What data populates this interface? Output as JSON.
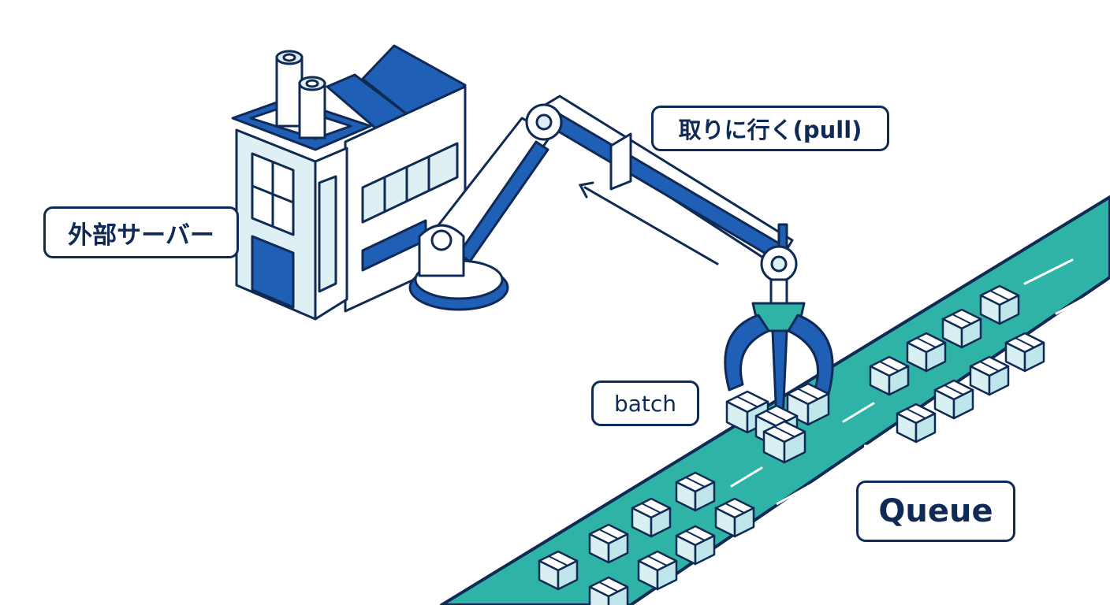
{
  "labels": {
    "server": "外部サーバー",
    "pull": "取りに行く(pull)",
    "batch": "batch",
    "queue": "Queue"
  },
  "colors": {
    "outline": "#0f2a55",
    "blue": "#1f5fb5",
    "light_blue": "#dff0f4",
    "teal": "#2fb3a7",
    "box_fill": "#d8f0f2"
  }
}
